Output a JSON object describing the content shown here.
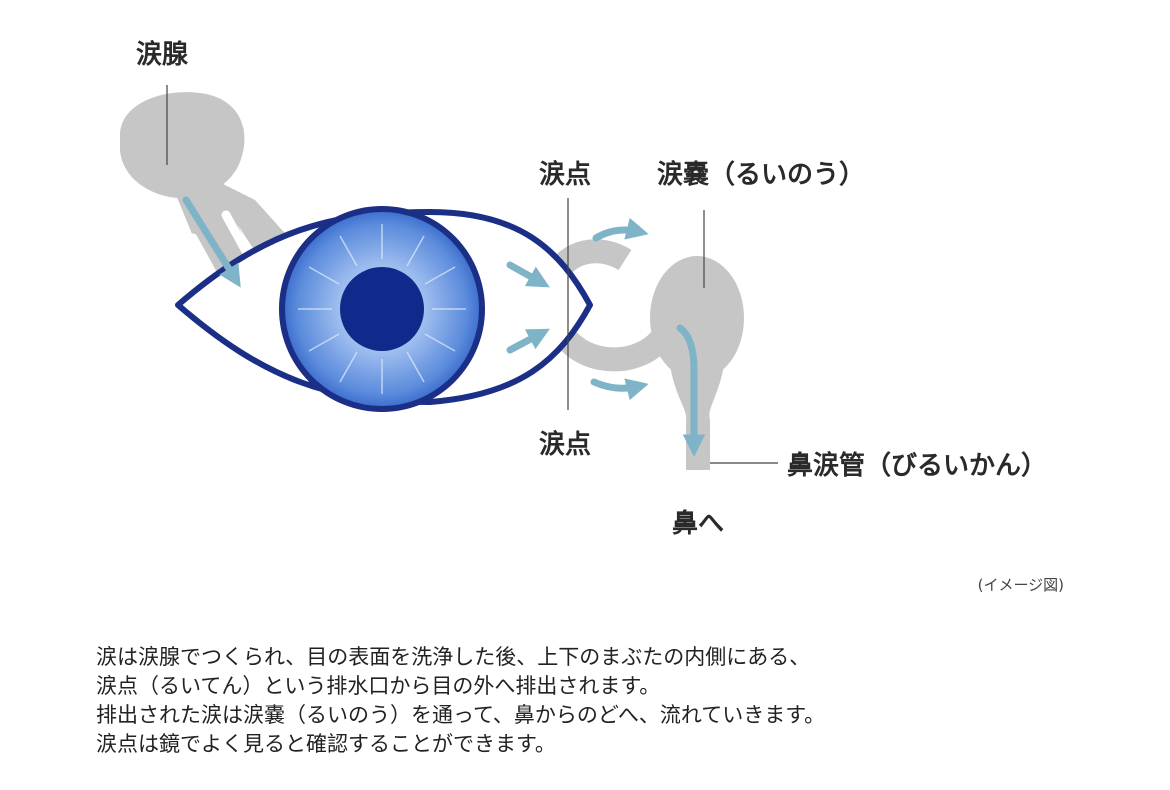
{
  "labels": {
    "lacrimal_gland": "涙腺",
    "punctum_upper": "涙点",
    "punctum_lower": "涙点",
    "lacrimal_sac": "涙嚢（るいのう）",
    "nasolacrimal_duct": "鼻涙管（びるいかん）",
    "to_nose": "鼻へ"
  },
  "caption": "(イメージ図)",
  "description": [
    "涙は涙腺でつくられ、目の表面を洗浄した後、上下のまぶたの内側にある、",
    "涙点（るいてん）という排水口から目の外へ排出されます。",
    "排出された涙は涙嚢（るいのう）を通って、鼻からのどへ、流れていきます。",
    "涙点は鏡でよく見ると確認することができます。"
  ],
  "colors": {
    "gland_gray": "#c6c6c6",
    "arrow_blue": "#7fb3c8",
    "eye_outline": "#1b2f86",
    "iris": "#5f8fdc",
    "pupil": "#0f2a8a"
  }
}
